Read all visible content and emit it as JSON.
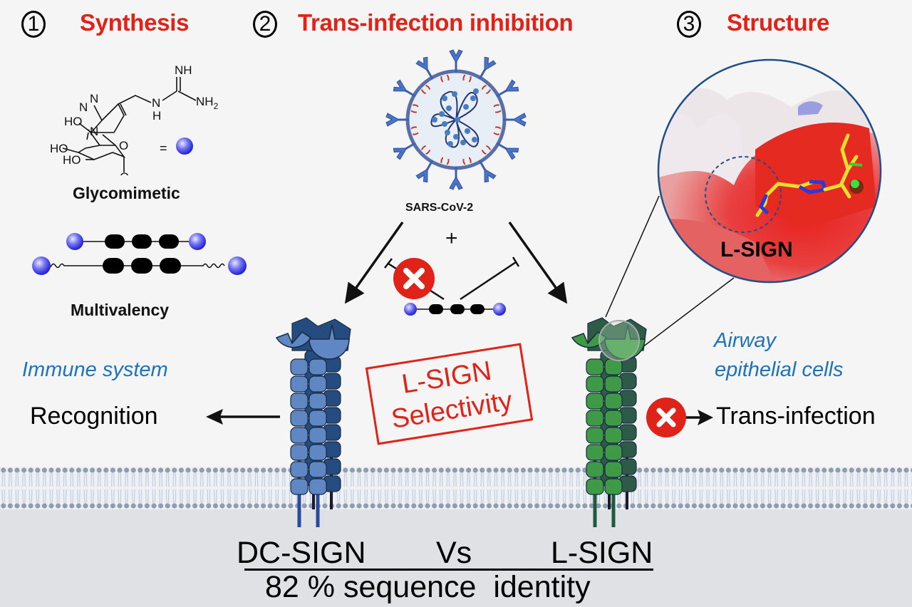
{
  "steps": [
    {
      "number": "1",
      "title": "Synthesis"
    },
    {
      "number": "2",
      "title": "Trans-infection inhibition"
    },
    {
      "number": "3",
      "title": "Structure"
    }
  ],
  "synthesis": {
    "molecule_label": "Glycomimetic",
    "equals_sign": "=",
    "multivalency_label": "Multivalency",
    "atoms": {
      "nh": "NH",
      "nh2_main": "NH",
      "nh2_sub": "2",
      "nh_link": "N",
      "h_link": "H",
      "n1": "N",
      "n2": "N",
      "n3": "N",
      "ho1": "HO",
      "ho2": "HO",
      "ho3": "HO",
      "o_ring": "O",
      "o_methyl": "O"
    }
  },
  "virus": {
    "label": "SARS-CoV-2",
    "plus": "+"
  },
  "structure": {
    "inset_label": "L-SIGN"
  },
  "left_receptor": {
    "context": "Immune system",
    "outcome": "Recognition",
    "name": "DC-SIGN"
  },
  "right_receptor": {
    "context_line1": "Airway",
    "context_line2": "epithelial cells",
    "outcome": "Trans-infection",
    "name": "L-SIGN"
  },
  "stamp": {
    "line1": "L-SIGN",
    "line2": "Selectivity"
  },
  "comparison": {
    "vs": "Vs",
    "identity": "82 % sequence  identity"
  },
  "colors": {
    "title_red": "#e02318",
    "context_blue": "#1e73b8",
    "dc_sign_light": "#5f87c4",
    "dc_sign_dark": "#244c80",
    "l_sign_light": "#3f9a48",
    "l_sign_dark": "#2d5b48",
    "block_red": "#e02318",
    "sphere_blue": "#3a3ae0"
  }
}
